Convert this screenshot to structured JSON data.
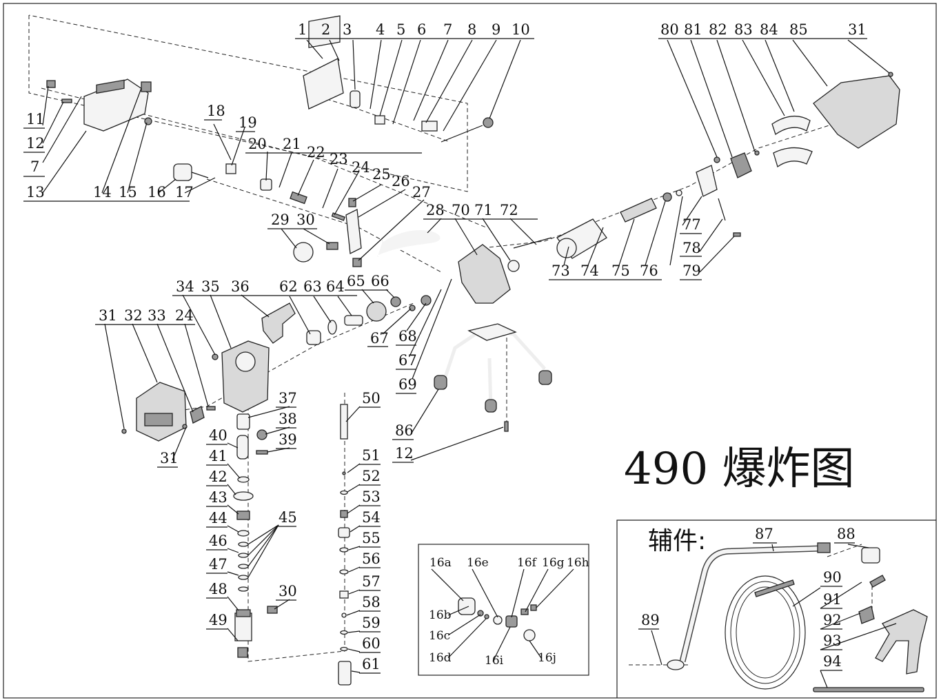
{
  "title": "490 爆炸图",
  "accessories_title": "辅件:",
  "callouts": [
    {
      "id": "c1",
      "text": "1"
    },
    {
      "id": "c2",
      "text": "2"
    },
    {
      "id": "c3",
      "text": "3"
    },
    {
      "id": "c4",
      "text": "4"
    },
    {
      "id": "c5",
      "text": "5"
    },
    {
      "id": "c6",
      "text": "6"
    },
    {
      "id": "c7a",
      "text": "7"
    },
    {
      "id": "c8",
      "text": "8"
    },
    {
      "id": "c9",
      "text": "9"
    },
    {
      "id": "c10",
      "text": "10"
    },
    {
      "id": "c11",
      "text": "11"
    },
    {
      "id": "c12a",
      "text": "12"
    },
    {
      "id": "c7b",
      "text": "7"
    },
    {
      "id": "c13",
      "text": "13"
    },
    {
      "id": "c14",
      "text": "14"
    },
    {
      "id": "c15",
      "text": "15"
    },
    {
      "id": "c16",
      "text": "16"
    },
    {
      "id": "c17",
      "text": "17"
    },
    {
      "id": "c18",
      "text": "18"
    },
    {
      "id": "c19",
      "text": "19"
    },
    {
      "id": "c20",
      "text": "20"
    },
    {
      "id": "c21",
      "text": "21"
    },
    {
      "id": "c22",
      "text": "22"
    },
    {
      "id": "c23",
      "text": "23"
    },
    {
      "id": "c24a",
      "text": "24"
    },
    {
      "id": "c25",
      "text": "25"
    },
    {
      "id": "c26",
      "text": "26"
    },
    {
      "id": "c27",
      "text": "27"
    },
    {
      "id": "c28",
      "text": "28"
    },
    {
      "id": "c29",
      "text": "29"
    },
    {
      "id": "c30a",
      "text": "30"
    },
    {
      "id": "c70",
      "text": "70"
    },
    {
      "id": "c71",
      "text": "71"
    },
    {
      "id": "c72",
      "text": "72"
    },
    {
      "id": "c73",
      "text": "73"
    },
    {
      "id": "c74",
      "text": "74"
    },
    {
      "id": "c75",
      "text": "75"
    },
    {
      "id": "c76",
      "text": "76"
    },
    {
      "id": "c77",
      "text": "77"
    },
    {
      "id": "c78",
      "text": "78"
    },
    {
      "id": "c79",
      "text": "79"
    },
    {
      "id": "c80",
      "text": "80"
    },
    {
      "id": "c81",
      "text": "81"
    },
    {
      "id": "c82",
      "text": "82"
    },
    {
      "id": "c83",
      "text": "83"
    },
    {
      "id": "c84",
      "text": "84"
    },
    {
      "id": "c85",
      "text": "85"
    },
    {
      "id": "c31a",
      "text": "31"
    },
    {
      "id": "c34",
      "text": "34"
    },
    {
      "id": "c35",
      "text": "35"
    },
    {
      "id": "c36",
      "text": "36"
    },
    {
      "id": "c62",
      "text": "62"
    },
    {
      "id": "c63",
      "text": "63"
    },
    {
      "id": "c64",
      "text": "64"
    },
    {
      "id": "c65",
      "text": "65"
    },
    {
      "id": "c66",
      "text": "66"
    },
    {
      "id": "c67a",
      "text": "67"
    },
    {
      "id": "c68",
      "text": "68"
    },
    {
      "id": "c67b",
      "text": "67"
    },
    {
      "id": "c69",
      "text": "69"
    },
    {
      "id": "c31b",
      "text": "31"
    },
    {
      "id": "c32",
      "text": "32"
    },
    {
      "id": "c33",
      "text": "33"
    },
    {
      "id": "c24b",
      "text": "24"
    },
    {
      "id": "c31c",
      "text": "31"
    },
    {
      "id": "c37",
      "text": "37"
    },
    {
      "id": "c38",
      "text": "38"
    },
    {
      "id": "c39",
      "text": "39"
    },
    {
      "id": "c40",
      "text": "40"
    },
    {
      "id": "c41",
      "text": "41"
    },
    {
      "id": "c42",
      "text": "42"
    },
    {
      "id": "c43",
      "text": "43"
    },
    {
      "id": "c44",
      "text": "44"
    },
    {
      "id": "c45",
      "text": "45"
    },
    {
      "id": "c46",
      "text": "46"
    },
    {
      "id": "c47",
      "text": "47"
    },
    {
      "id": "c48",
      "text": "48"
    },
    {
      "id": "c30b",
      "text": "30"
    },
    {
      "id": "c49",
      "text": "49"
    },
    {
      "id": "c50",
      "text": "50"
    },
    {
      "id": "c51",
      "text": "51"
    },
    {
      "id": "c52",
      "text": "52"
    },
    {
      "id": "c53",
      "text": "53"
    },
    {
      "id": "c54",
      "text": "54"
    },
    {
      "id": "c55",
      "text": "55"
    },
    {
      "id": "c56",
      "text": "56"
    },
    {
      "id": "c57",
      "text": "57"
    },
    {
      "id": "c58",
      "text": "58"
    },
    {
      "id": "c59",
      "text": "59"
    },
    {
      "id": "c60",
      "text": "60"
    },
    {
      "id": "c61",
      "text": "61"
    },
    {
      "id": "c86",
      "text": "86"
    },
    {
      "id": "c12b",
      "text": "12"
    },
    {
      "id": "c87",
      "text": "87"
    },
    {
      "id": "c88",
      "text": "88"
    },
    {
      "id": "c89",
      "text": "89"
    },
    {
      "id": "c90",
      "text": "90"
    },
    {
      "id": "c91",
      "text": "91"
    },
    {
      "id": "c92",
      "text": "92"
    },
    {
      "id": "c93",
      "text": "93"
    },
    {
      "id": "c94",
      "text": "94"
    }
  ],
  "sub_callouts": [
    {
      "id": "s16a",
      "text": "16a"
    },
    {
      "id": "s16e",
      "text": "16e"
    },
    {
      "id": "s16f",
      "text": "16f"
    },
    {
      "id": "s16g",
      "text": "16g"
    },
    {
      "id": "s16h",
      "text": "16h"
    },
    {
      "id": "s16b",
      "text": "16b"
    },
    {
      "id": "s16c",
      "text": "16c"
    },
    {
      "id": "s16d",
      "text": "16d"
    },
    {
      "id": "s16i",
      "text": "16i"
    },
    {
      "id": "s16j",
      "text": "16j"
    }
  ]
}
